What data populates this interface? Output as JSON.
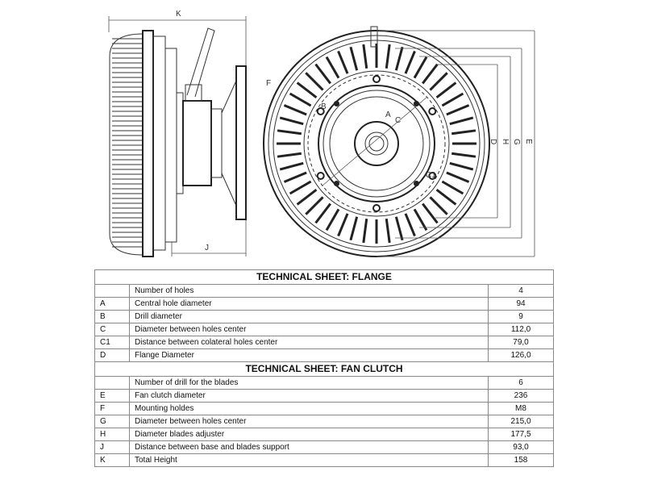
{
  "drawing": {
    "dimension_labels": {
      "K": "K",
      "J": "J",
      "D": "D",
      "H": "H",
      "G": "G",
      "E": "E",
      "F": "F",
      "A": "A",
      "B": "B",
      "C": "C",
      "C1": "C1"
    }
  },
  "sections": [
    {
      "title": "TECHNICAL SHEET: FLANGE",
      "rows": [
        {
          "code": "",
          "desc": "Number of holes",
          "value": "4"
        },
        {
          "code": "A",
          "desc": "Central hole diameter",
          "value": "94"
        },
        {
          "code": "B",
          "desc": "Drill diameter",
          "value": "9"
        },
        {
          "code": "C",
          "desc": "Diameter between holes center",
          "value": "112,0"
        },
        {
          "code": "C1",
          "desc": "Distance between colateral holes center",
          "value": "79,0"
        },
        {
          "code": "D",
          "desc": "Flange Diameter",
          "value": "126,0"
        }
      ]
    },
    {
      "title": "TECHNICAL SHEET: FAN CLUTCH",
      "rows": [
        {
          "code": "",
          "desc": "Number of drill for the blades",
          "value": "6"
        },
        {
          "code": "E",
          "desc": "Fan clutch diameter",
          "value": "236"
        },
        {
          "code": "F",
          "desc": "Mounting holdes",
          "value": "M8"
        },
        {
          "code": "G",
          "desc": "Diameter between holes center",
          "value": "215,0"
        },
        {
          "code": "H",
          "desc": "Diameter blades adjuster",
          "value": "177,5"
        },
        {
          "code": "J",
          "desc": "Distance between base and blades support",
          "value": "93,0"
        },
        {
          "code": "K",
          "desc": "Total Height",
          "value": "158"
        }
      ]
    }
  ]
}
